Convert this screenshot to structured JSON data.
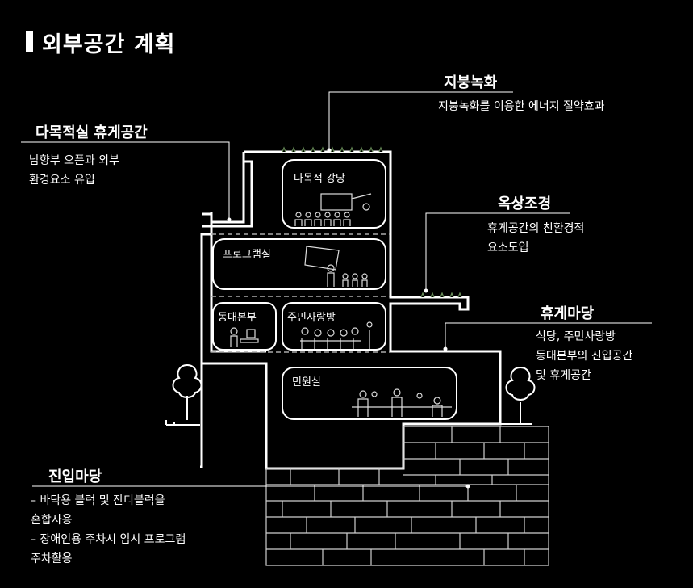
{
  "page": {
    "title": "외부공간 계획"
  },
  "annotations": {
    "roof_green": {
      "heading": "지붕녹화",
      "lines": [
        "지붕녹화를 이용한 에너지 절약효과"
      ]
    },
    "multipurpose_rest": {
      "heading": "다목적실 휴게공간",
      "lines": [
        "남향부 오픈과 외부",
        "환경요소 유입"
      ]
    },
    "rooftop_landscape": {
      "heading": "옥상조경",
      "lines": [
        "휴게공간의 친환경적",
        "요소도입"
      ]
    },
    "rest_yard": {
      "heading": "휴게마당",
      "lines": [
        "식당, 주민사랑방",
        "동대본부의 진입공간",
        "및 휴게공간"
      ]
    },
    "entry_yard": {
      "heading": "진입마당",
      "lines": [
        "–  바닥용 블럭 및 잔디블럭을",
        "    혼합사용",
        "–  장애인용 주차시 임시 프로그램",
        "    주차활용"
      ]
    }
  },
  "rooms": {
    "hall": "다목적 강당",
    "program": "프로그램실",
    "defense": "동대본부",
    "community": "주민사랑방",
    "civil": "민원실"
  },
  "colors": {
    "background": "#000000",
    "line": "#ffffff",
    "dim_line": "#9a9a9a",
    "stone": "#d0d0d0"
  }
}
